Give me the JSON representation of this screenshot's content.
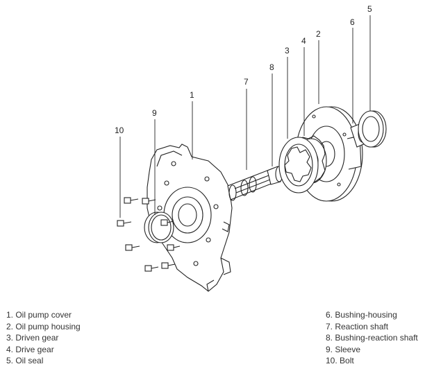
{
  "callouts": {
    "n1": "1",
    "n2": "2",
    "n3": "3",
    "n4": "4",
    "n5": "5",
    "n6": "6",
    "n7": "7",
    "n8": "8",
    "n9": "9",
    "n10": "10"
  },
  "legend": {
    "left": [
      "1. Oil pump cover",
      "2. Oil pump housing",
      "3. Driven gear",
      "4. Drive gear",
      "5. Oil seal"
    ],
    "right": [
      "6. Bushing-housing",
      "7. Reaction shaft",
      "8. Bushing-reaction shaft",
      "9. Sleeve",
      "10. Bolt"
    ]
  }
}
